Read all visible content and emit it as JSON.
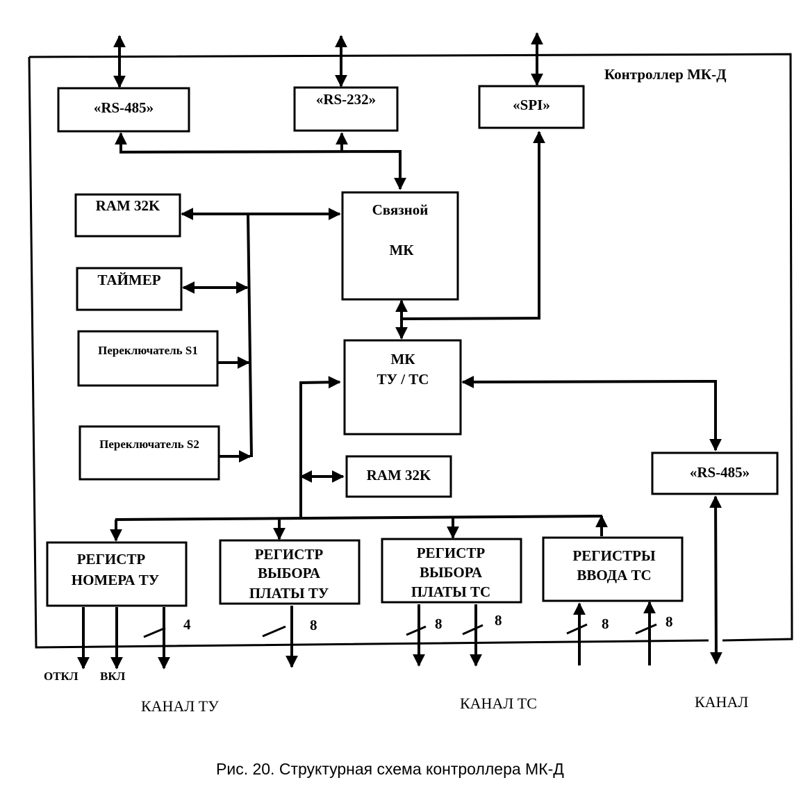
{
  "controller_title": "Контроллер МК-Д",
  "blocks": {
    "rs485_top": "«RS-485»",
    "rs232": "«RS-232»",
    "spi": "«SPI»",
    "ram_top": "RAM 32K",
    "timer": "ТАЙМЕР",
    "switch_s1": "Переключатель S1",
    "switch_s2": "Переключатель S2",
    "comm_mk": [
      "Связной",
      "МК"
    ],
    "mk_tu_tc": [
      "МК",
      "ТУ / ТС"
    ],
    "ram_bottom": "RAM 32K",
    "rs485_right": "«RS-485»",
    "reg_tu_number": [
      "РЕГИСТР",
      "НОМЕРА ТУ"
    ],
    "reg_tu_board": [
      "РЕГИСТР",
      "ВЫБОРА",
      "ПЛАТЫ ТУ"
    ],
    "reg_tc_board": [
      "РЕГИСТР",
      "ВЫБОРА",
      "ПЛАТЫ ТС"
    ],
    "reg_tc_input": [
      "РЕГИСТРЫ",
      "ВВОДА ТС"
    ]
  },
  "bus_widths": {
    "tu_number": "4",
    "tu_board": "8",
    "tc_board_1": "8",
    "tc_board_2": "8",
    "tc_input_1": "8",
    "tc_input_2": "8"
  },
  "signals": {
    "off": "ОТКЛ",
    "on": "ВКЛ"
  },
  "channels": {
    "tu": "КАНАЛ ТУ",
    "tc": "КАНАЛ ТС",
    "generic": "КАНАЛ"
  },
  "caption": "Рис. 20. Структурная схема контроллера МК-Д"
}
